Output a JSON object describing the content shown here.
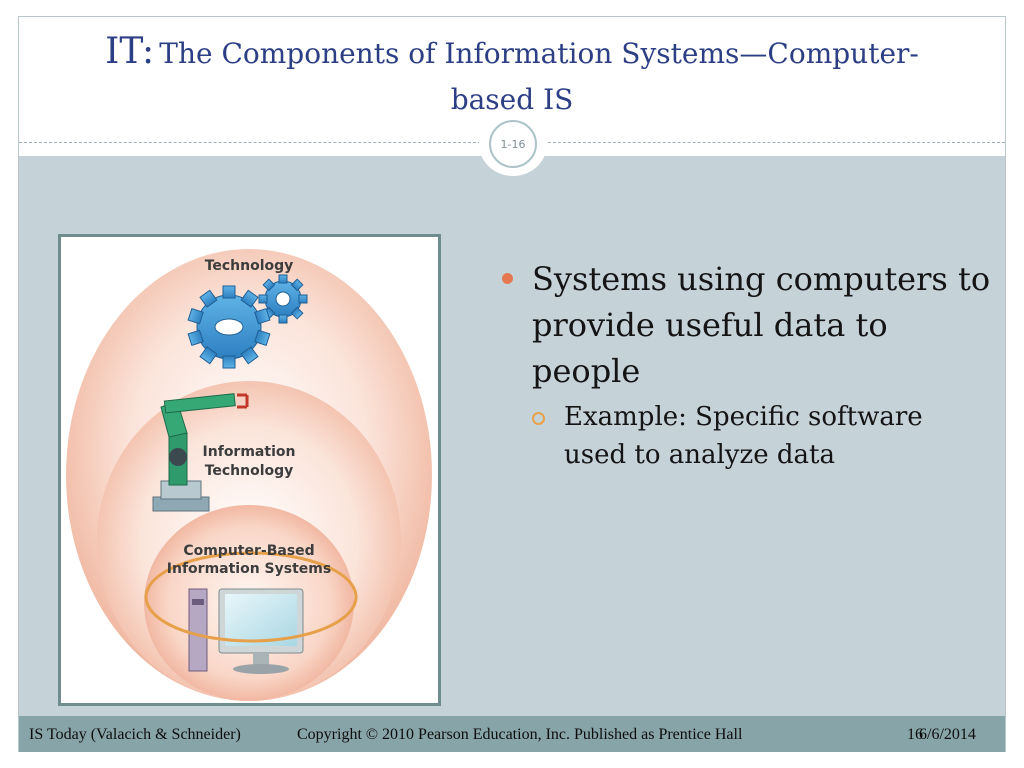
{
  "title": {
    "prefix": "IT:",
    "main": "The Components of Information Systems—Computer-",
    "continuation": "based IS"
  },
  "slide_badge": "1-16",
  "figure": {
    "labels": {
      "technology": "Technology",
      "it_line1": "Information",
      "it_line2": "Technology",
      "cbis_line1": "Computer-Based",
      "cbis_line2": "Information Systems"
    },
    "icons": [
      "gears-icon",
      "robot-arm-icon",
      "computer-icon"
    ]
  },
  "bullets": {
    "main": "Systems using computers to provide useful data to people",
    "sub": "Example: Specific software used to analyze data"
  },
  "footer": {
    "source": "IS Today (Valacich & Schneider)",
    "copyright": "Copyright © 2010 Pearson Education, Inc. Published as Prentice Hall",
    "slide_number": "16",
    "date": "6/6/2014"
  },
  "colors": {
    "title": "#2c3f85",
    "content_bg": "#c5d2d8",
    "footer_bg": "#87a4a8",
    "bullet_accent": "#e47951",
    "subbullet_accent": "#e8a24a"
  }
}
